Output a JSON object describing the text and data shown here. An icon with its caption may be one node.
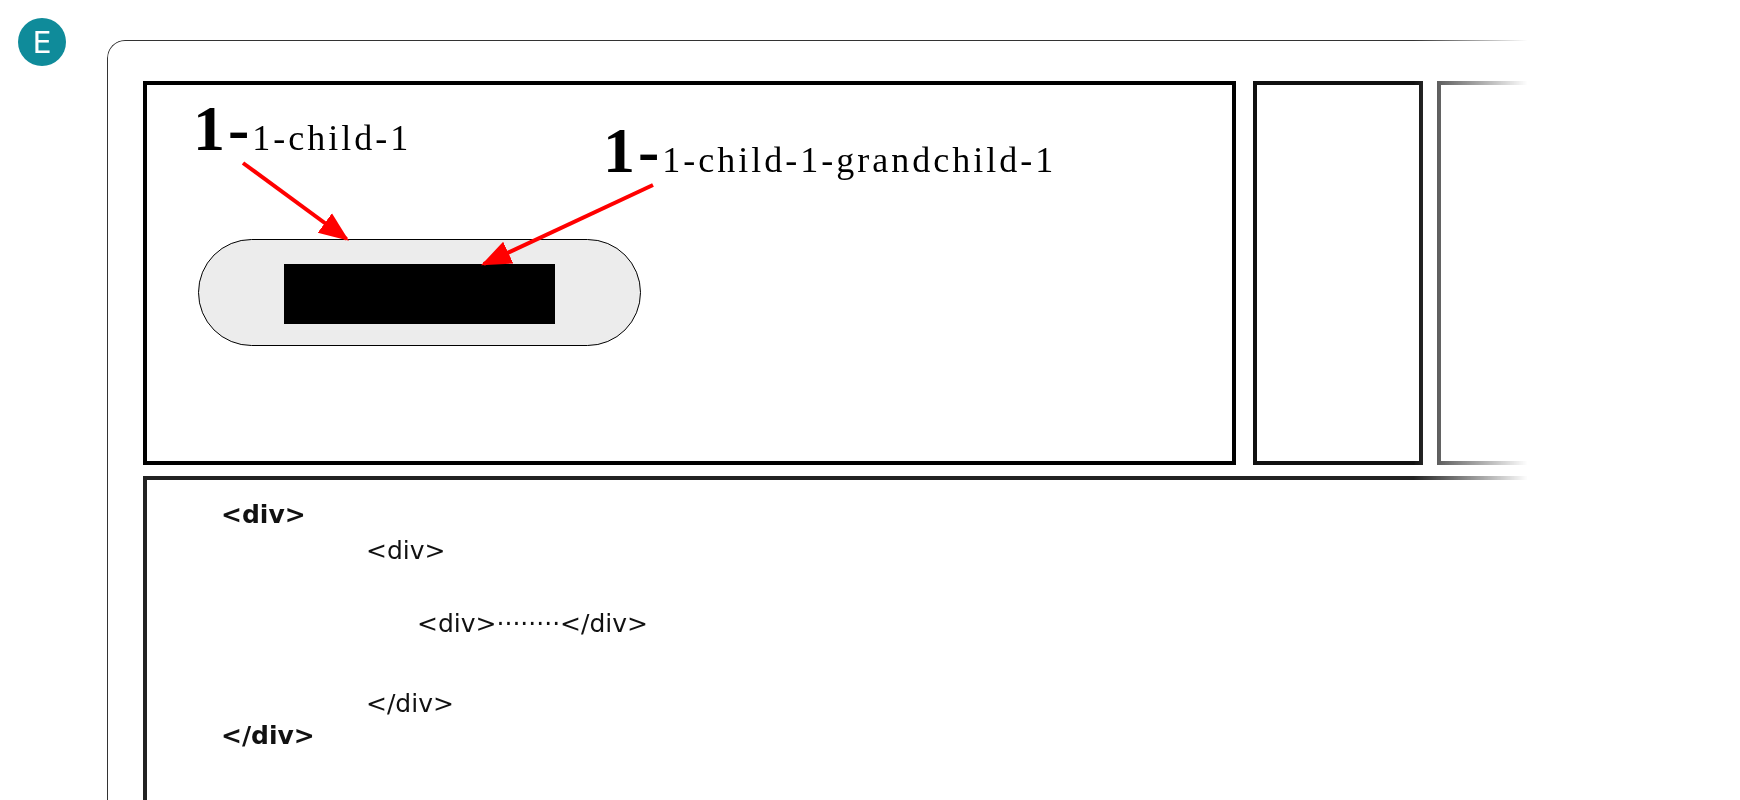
{
  "diagram": {
    "nodes": [
      {
        "text": [
          "E"
        ]
      },
      {
        "text": [],
        "shape": "box"
      },
      {
        "text": [],
        "shape": "box",
        "in": 1
      },
      {
        "text": [
          "1-",
          "1-child-1"
        ],
        "in": 2
      },
      {
        "text": [
          "1-",
          "1-child-1-grandchild-1"
        ],
        "in": 2
      },
      {
        "text": [],
        "shape": "box",
        "in": 2
      },
      {
        "text": [],
        "shape": "box",
        "in": 5
      },
      {
        "text": [],
        "shape": "box",
        "in": 1
      },
      {
        "text": [],
        "shape": "box",
        "in": 1
      },
      {
        "text": [
          "<div>",
          "<div>",
          "<div>········</div>",
          "</div>",
          "</div>"
        ],
        "in": 1
      }
    ],
    "edges": [
      {
        "from": 3,
        "to": 5,
        "arrow": "to"
      },
      {
        "from": 4,
        "to": 6,
        "arrow": "to"
      }
    ]
  }
}
